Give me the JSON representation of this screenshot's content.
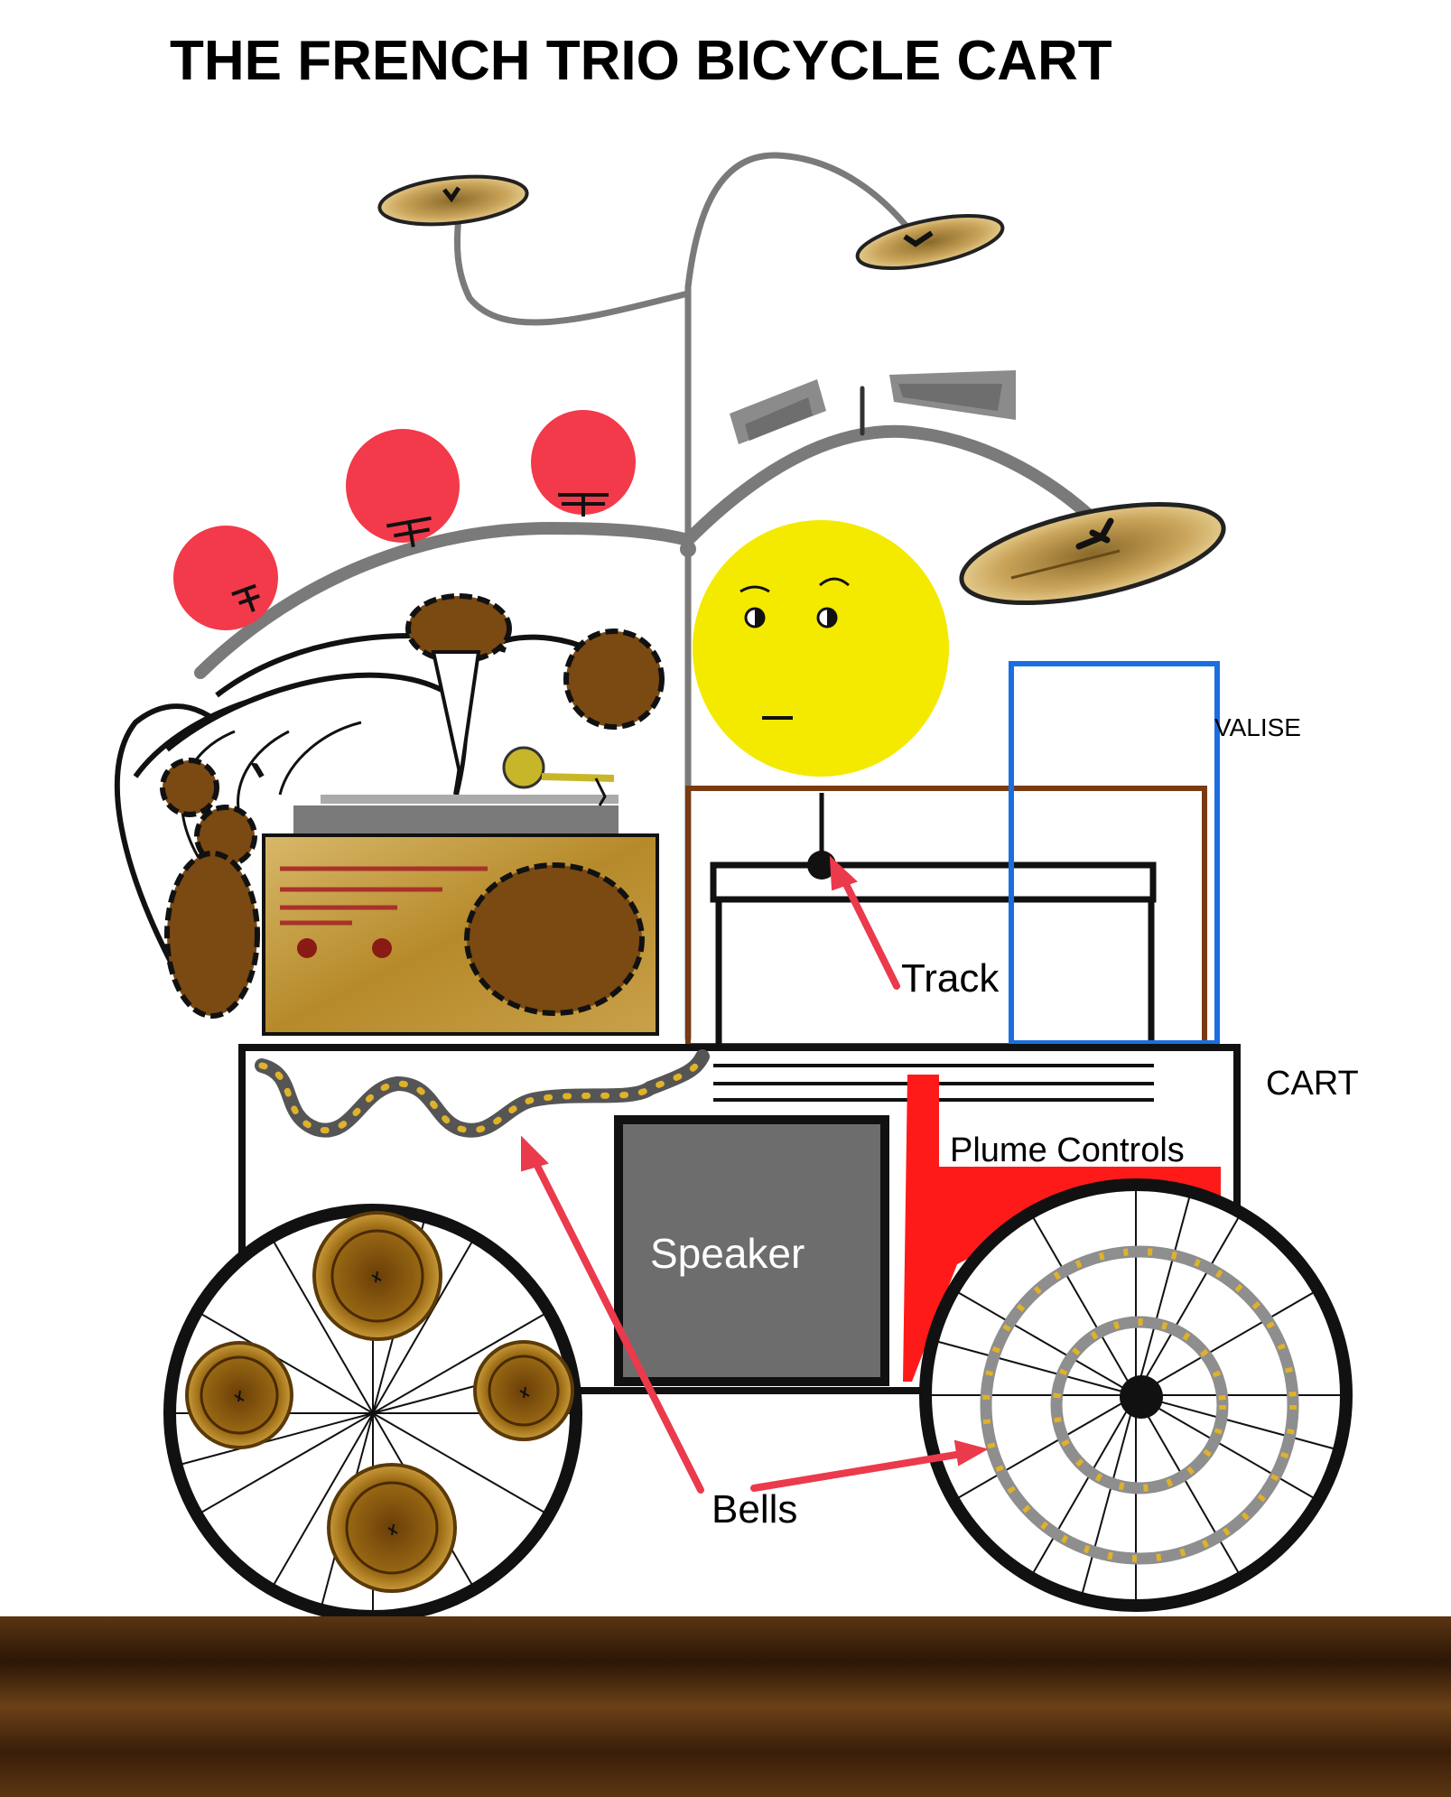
{
  "title": "THE FRENCH TRIO BICYCLE CART",
  "labels": {
    "valise": "VALISE",
    "track": "Track",
    "cart": "CART",
    "plume_controls": "Plume Controls",
    "speaker": "Speaker",
    "bells": "Bells"
  },
  "colors": {
    "arrow": "#ea3a4c",
    "plume_controls": "#ff1a1a",
    "valise_outline": "#1a6fe0",
    "track_box": "#7a3a12",
    "speaker": "#6d6d6d",
    "ground": "#4a2a10",
    "sun_face": "#f4ea00",
    "red_balls": "#f23a4a",
    "cymbal": "#b08a3a",
    "drum_brown": "#7a4a12"
  }
}
